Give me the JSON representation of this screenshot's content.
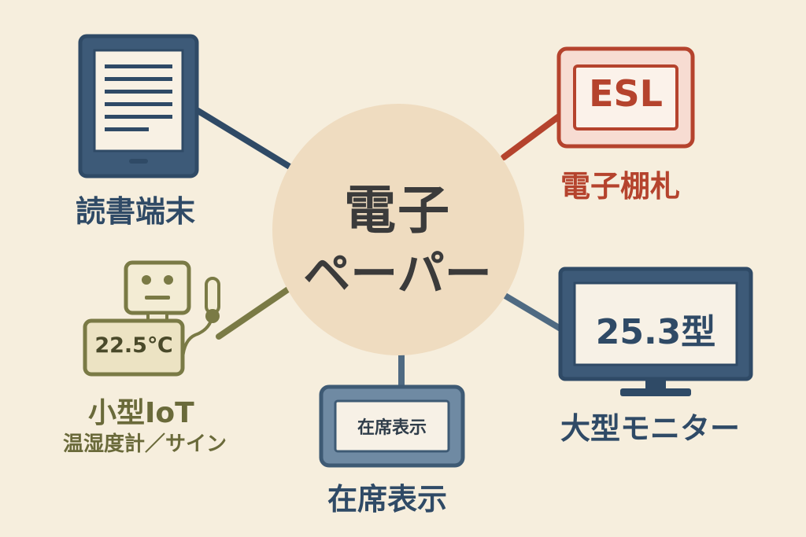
{
  "center": {
    "line1": "電子",
    "line2": "ペーパー"
  },
  "nodes": {
    "reader": {
      "label": "読書端末"
    },
    "esl": {
      "label": "電子棚札",
      "screen_text": "ESL"
    },
    "iot": {
      "label": "小型IoT",
      "sublabel": "温湿度計／サイン",
      "screen_text": "22.5℃"
    },
    "presence": {
      "label": "在席表示",
      "screen_text": "在席表示"
    },
    "monitor": {
      "label": "大型モニター",
      "screen_text": "25.3型"
    }
  },
  "colors": {
    "background": "#f6eedd",
    "center_circle": "#efdcc0",
    "navy": "#2f4a66",
    "red": "#b5432d",
    "olive": "#7a7a45",
    "slate": "#4f6a82"
  }
}
